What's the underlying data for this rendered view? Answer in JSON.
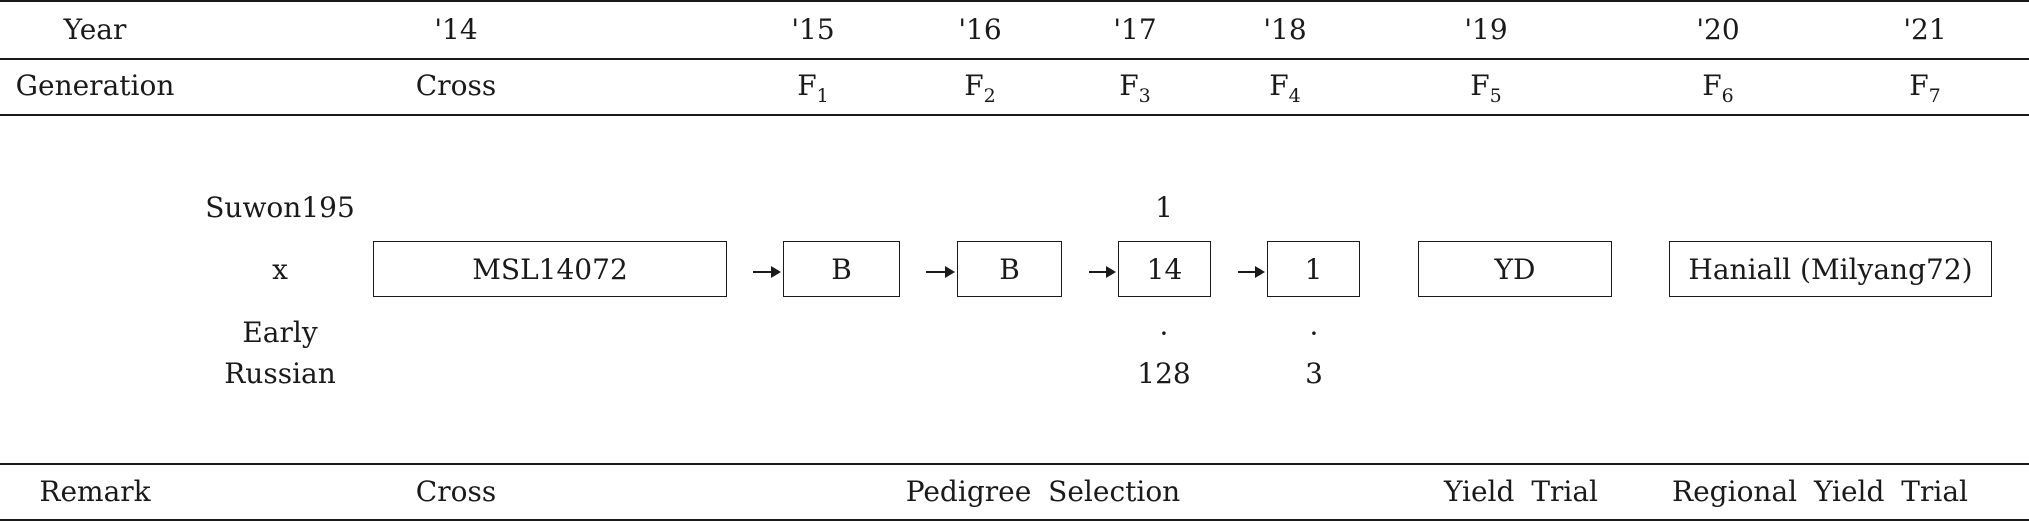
{
  "header": {
    "year_label": "Year",
    "generation_label": "Generation",
    "years": [
      "'14",
      "'15",
      "'16",
      "'17",
      "'18",
      "'19",
      "'20",
      "'21"
    ],
    "generations": [
      {
        "base": "Cross",
        "sub": ""
      },
      {
        "base": "F",
        "sub": "1"
      },
      {
        "base": "F",
        "sub": "2"
      },
      {
        "base": "F",
        "sub": "3"
      },
      {
        "base": "F",
        "sub": "4"
      },
      {
        "base": "F",
        "sub": "5"
      },
      {
        "base": "F",
        "sub": "6"
      },
      {
        "base": "F",
        "sub": "7"
      }
    ]
  },
  "cross": {
    "parent1": "Suwon195",
    "symbol": "x",
    "parent2_line1": "Early",
    "parent2_line2": "Russian"
  },
  "boxes": [
    "MSL14072",
    "B",
    "B",
    "14",
    "1",
    "YD",
    "Haniall (Milyang72)"
  ],
  "selection_numbers": {
    "f3_above": "1",
    "f3_dot": "·",
    "f3_below": "128",
    "f4_dot": "·",
    "f4_below": "3"
  },
  "remarks": {
    "label": "Remark",
    "cross": "Cross",
    "pedigree": "Pedigree Selection",
    "yield": "Yield Trial",
    "regional": "Regional Yield Trial"
  }
}
